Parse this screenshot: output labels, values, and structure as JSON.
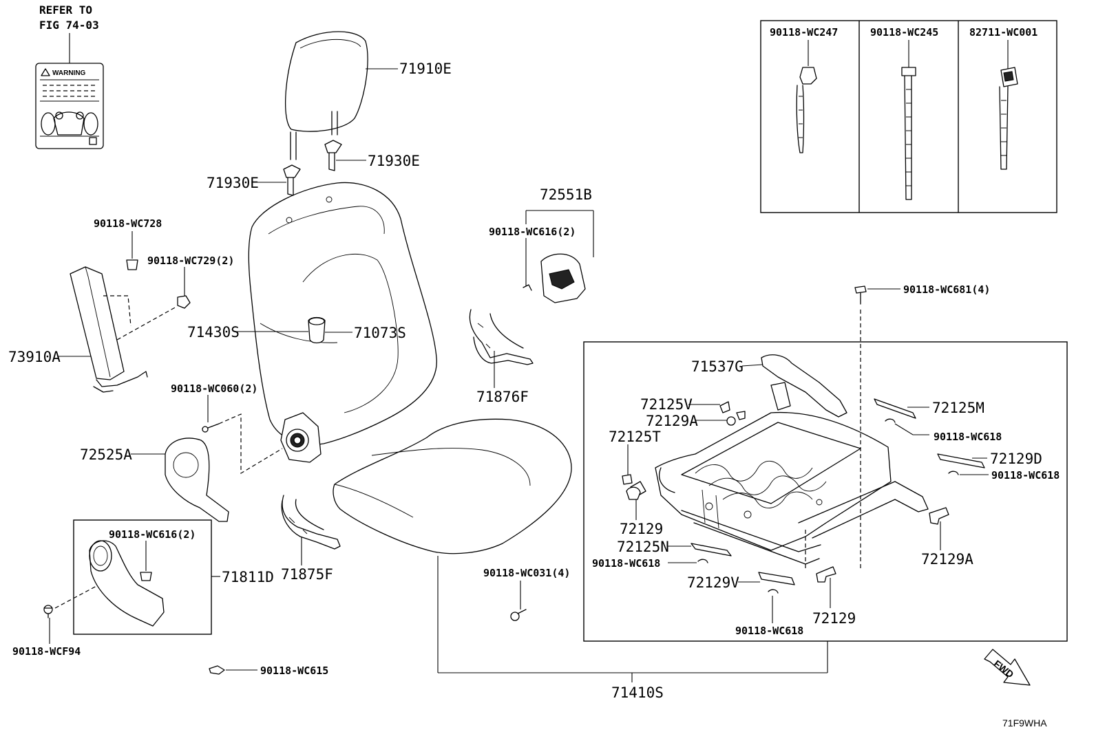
{
  "diagram": {
    "reference_note": [
      "REFER TO",
      "FIG 74-03"
    ],
    "warning_label": "WARNING",
    "drawing_code": "71F9WHA",
    "fwd_arrow": "FWD",
    "parts": {
      "headrest": "71910E",
      "headrest_guide_right": "71930E",
      "headrest_guide_left": "71930E",
      "clip_wc728": "90118-WC728",
      "nut_wc729": "90118-WC729(2)",
      "side_airbag_cover": "73910A",
      "back_cover": "71430S",
      "back_label": "71073S",
      "screw_wc060": "90118-WC060(2)",
      "recliner_knob": "72525A",
      "clip_wc616_lower": "90118-WC616(2)",
      "shield_71811d": "71811D",
      "screw_wcf94": "90118-WCF94",
      "clip_wc615": "90118-WC615",
      "bracket_71875f": "71875F",
      "bracket_71876f": "71876F",
      "cushion_assy": "72551B",
      "clip_wc616_upper": "90118-WC616(2)",
      "seat_assy": "71410S",
      "screw_wc031": "90118-WC031(4)",
      "bolt_wc681": "90118-WC681(4)",
      "bracket_71537g": "71537G",
      "cover_72125v": "72125V",
      "cap_72129a_top": "72129A",
      "cover_72125t": "72125T",
      "cap_72129_left": "72129",
      "cover_72125n": "72125N",
      "clip_wc618_left": "90118-WC618",
      "cover_72129v": "72129V",
      "clip_wc618_bottom": "90118-WC618",
      "cap_72129_bottom": "72129",
      "cover_72125m": "72125M",
      "clip_wc618_right1": "90118-WC618",
      "cover_72129d": "72129D",
      "clip_wc618_right2": "90118-WC618",
      "cap_72129a_right": "72129A"
    },
    "band_parts": [
      "90118-WC247",
      "90118-WC245",
      "82711-WC001"
    ]
  }
}
